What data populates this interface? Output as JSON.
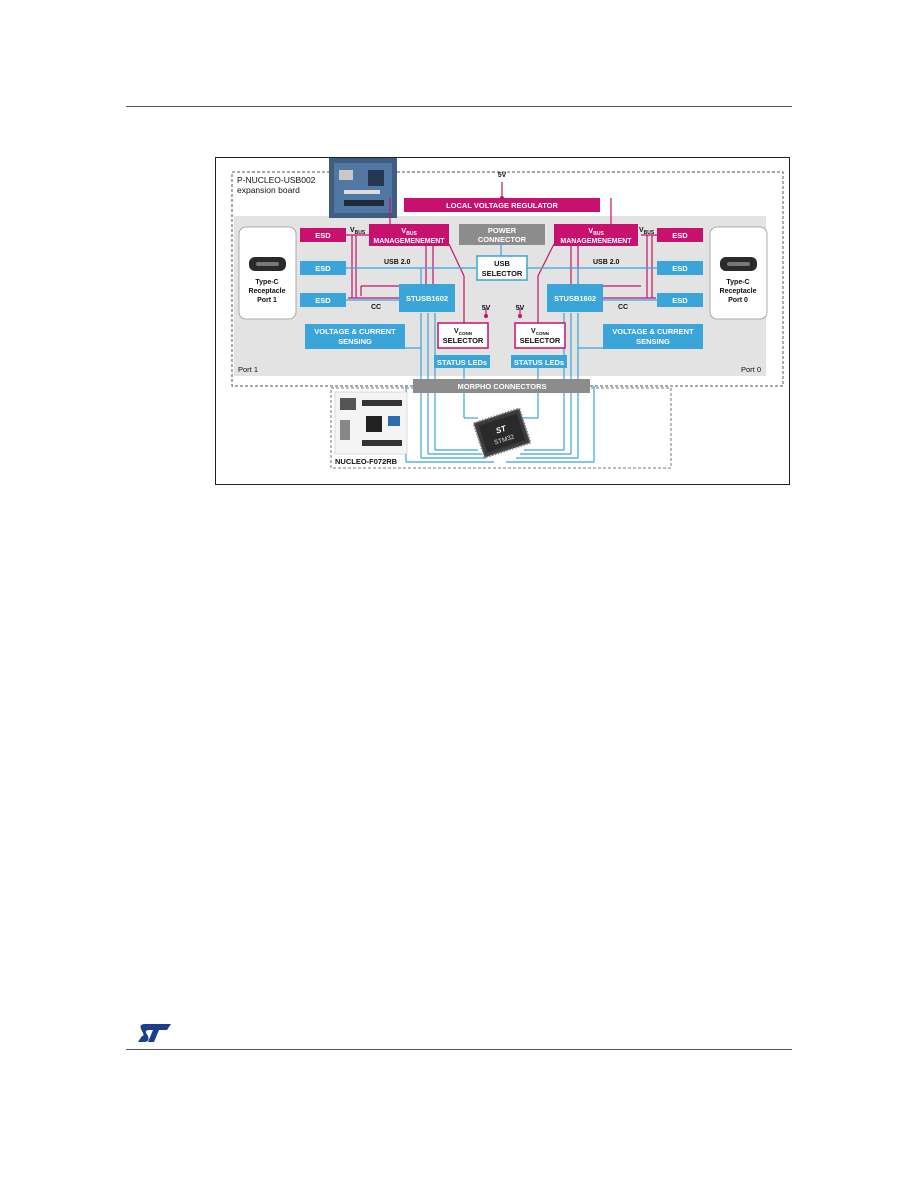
{
  "expansion_board": {
    "title_line1": "P-NUCLEO-USB002",
    "title_line2": "expansion board"
  },
  "local_voltage_regulator": "LOCAL VOLTAGE REGULATOR",
  "five_volt": "5V",
  "power_connector": {
    "line1": "POWER",
    "line2": "CONNECTOR"
  },
  "usb_selector": {
    "line1": "USB",
    "line2": "SELECTOR"
  },
  "vbus_label": {
    "v": "V",
    "sub": "BUS"
  },
  "vbus_management": {
    "v": "V",
    "sub": "BUS",
    "line2": "MANAGEMENEMENT"
  },
  "esd": "ESD",
  "usb20": "USB 2.0",
  "cc": "CC",
  "stusb": "STUSB1602",
  "vconn_selector": {
    "v": "V",
    "sub": "CONN",
    "line2": "SELECTOR"
  },
  "vc_sensing": {
    "line1": "VOLTAGE & CURRENT",
    "line2": "SENSING"
  },
  "status_leds": "STATUS LEDs",
  "morpho": "MORPHO CONNECTORS",
  "nucleo": "NUCLEO-F072RB",
  "port_left": "Port 1",
  "port_right": "Port 0",
  "receptacle_left": {
    "line1": "Type-C",
    "line2": "Receptacle",
    "line3": "Port 1"
  },
  "receptacle_right": {
    "line1": "Type-C",
    "line2": "Receptacle",
    "line3": "Port 0"
  },
  "chip_label": "STM32",
  "colors": {
    "magenta": "#c8106e",
    "blue": "#3ba4d9",
    "gray": "#8c8c8c",
    "bg": "#e3e3e3"
  }
}
